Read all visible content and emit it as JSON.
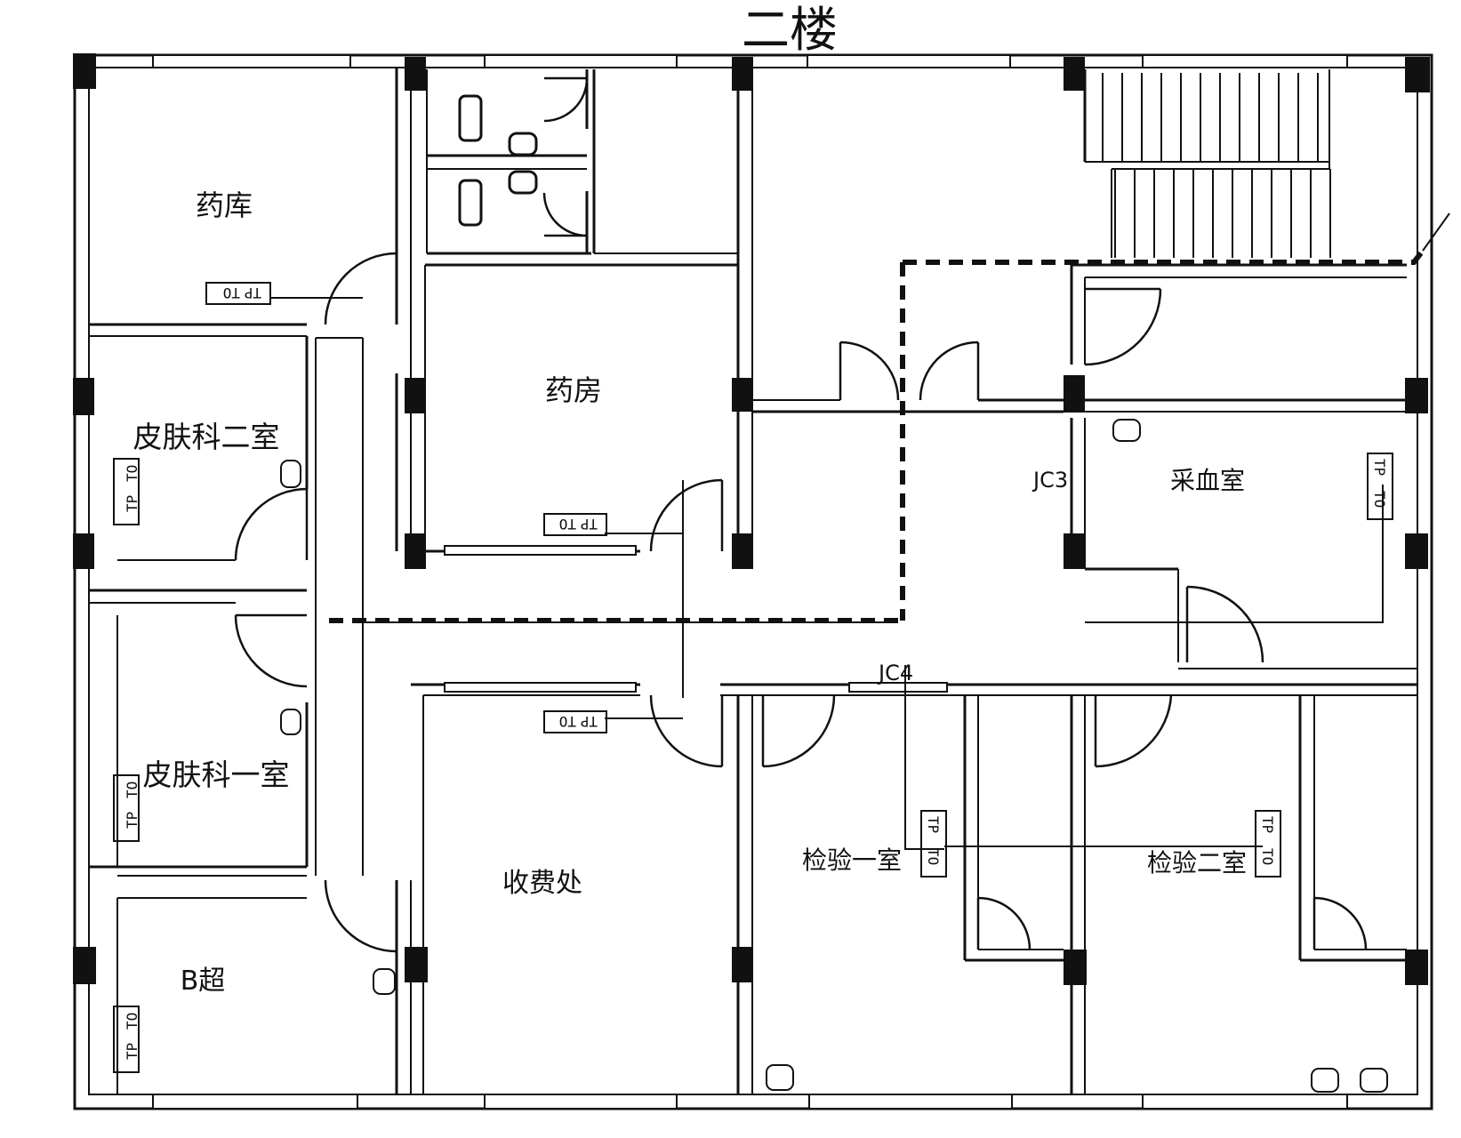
{
  "title": "二楼",
  "rooms": {
    "pharmacy_store": "药库",
    "pharmacy": "药房",
    "derm_room_2": "皮肤科二室",
    "derm_room_1": "皮肤科一室",
    "ultrasound": "B超",
    "cashier": "收费处",
    "lab_1": "检验一室",
    "lab_2": "检验二室",
    "blood_draw": "采血室"
  },
  "junctions": {
    "jc3": "JC3",
    "jc4": "JC4"
  },
  "outlet": {
    "tp": "TP",
    "to": "TO"
  }
}
